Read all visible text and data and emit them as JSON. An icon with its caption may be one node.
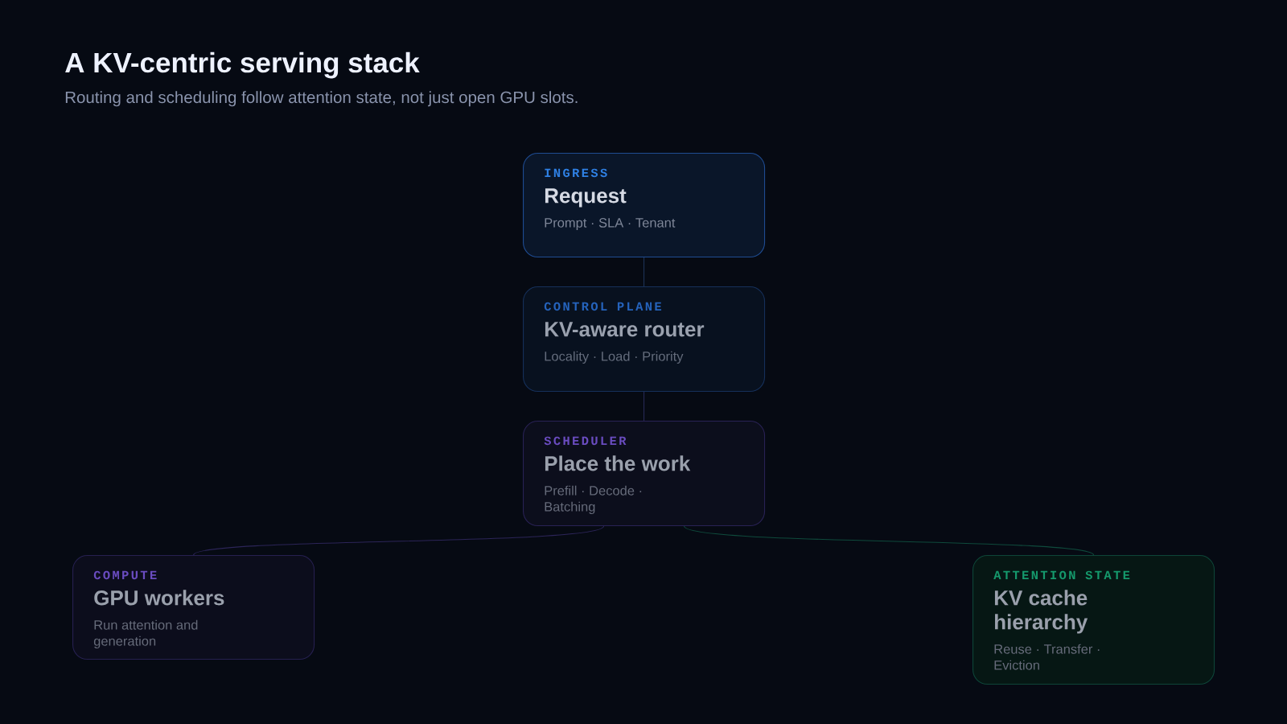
{
  "diagram": {
    "title": "A KV-centric serving stack",
    "labels": [
      "Routing and scheduling follow attention state, not just open GPU slots."
    ],
    "nodes": [
      {
        "text": [
          "INGRESS",
          "Request",
          "Prompt · SLA · Tenant"
        ]
      },
      {
        "text": [
          "CONTROL PLANE",
          "KV-aware router",
          "Locality · Load · Priority"
        ]
      },
      {
        "text": [
          "SCHEDULER",
          "Place the work",
          "Prefill · Decode · Batching"
        ]
      },
      {
        "text": [
          "COMPUTE",
          "GPU workers",
          "Run attention and generation"
        ]
      },
      {
        "text": [
          "ATTENTION STATE",
          "KV cache hierarchy",
          "Reuse · Transfer · Eviction"
        ]
      }
    ],
    "edges": [
      {
        "from": 0,
        "to": 1,
        "arrow": "none",
        "color": "#1d3458"
      },
      {
        "from": 1,
        "to": 2,
        "arrow": "none",
        "color": "#262a55"
      },
      {
        "from": 2,
        "to": 3,
        "arrow": "none",
        "color": "#2c2558"
      },
      {
        "from": 2,
        "to": 4,
        "arrow": "none",
        "color": "#0f4a3c"
      }
    ]
  }
}
